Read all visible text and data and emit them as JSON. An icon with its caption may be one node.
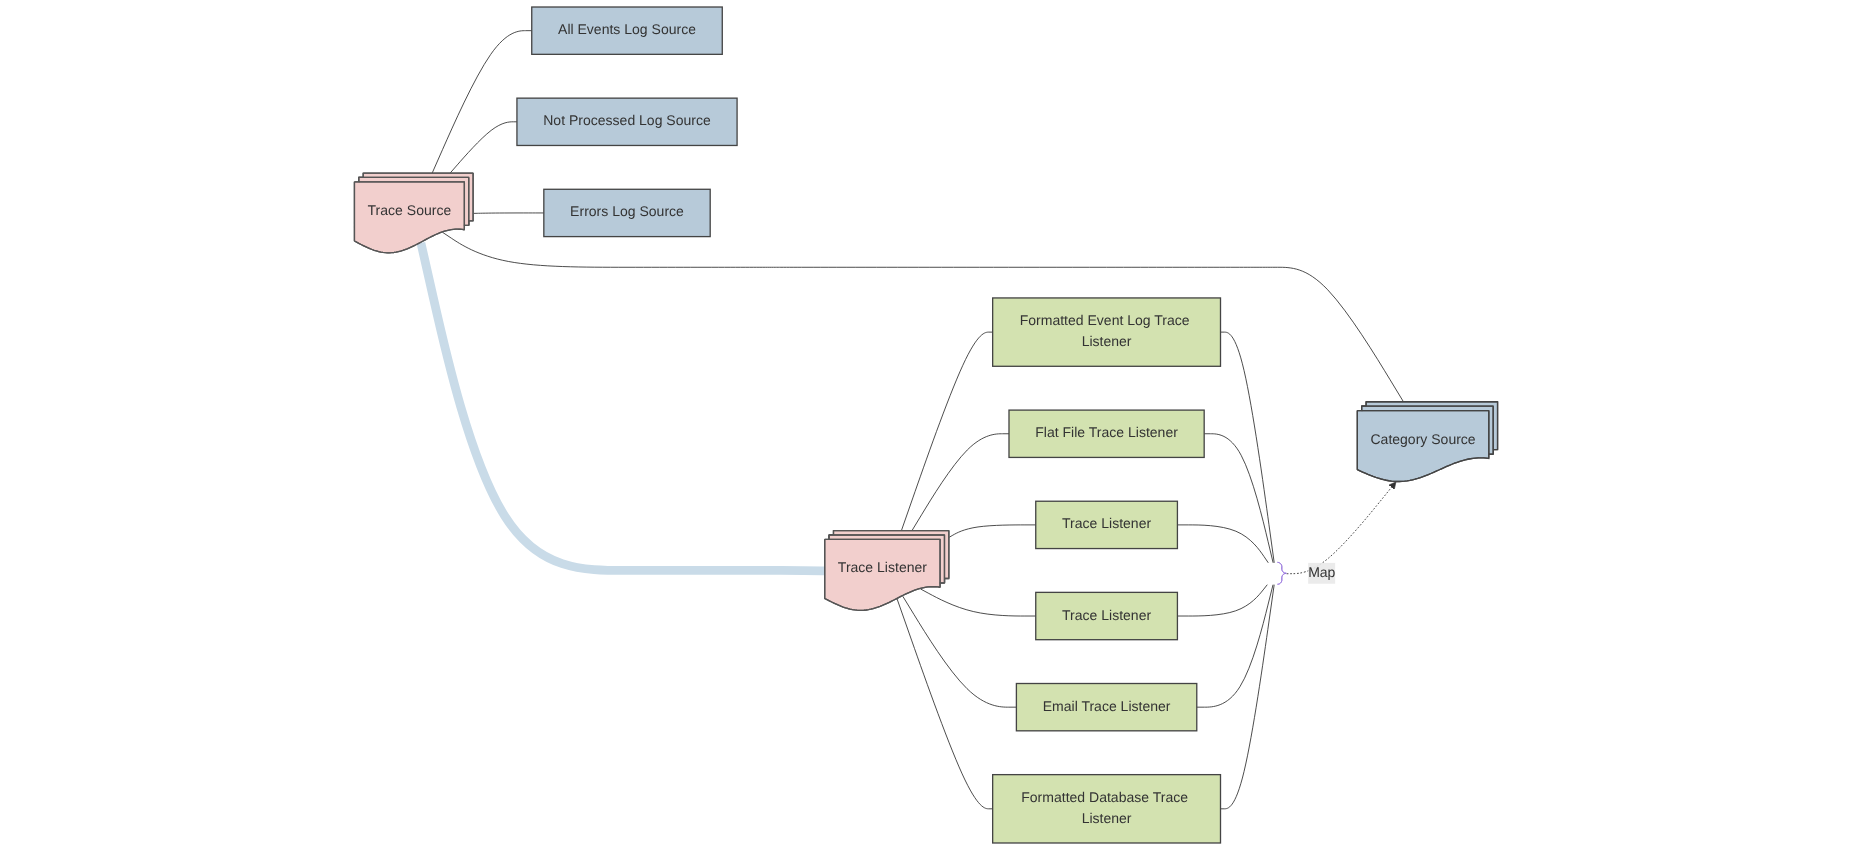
{
  "diagram": {
    "nodes": [
      {
        "text": [
          "Trace Source"
        ]
      },
      {
        "text": [
          "Trace Listener"
        ]
      },
      {
        "text": [
          "All Events Log Source"
        ]
      },
      {
        "text": [
          "Not Processed Log Source"
        ]
      },
      {
        "text": [
          "Errors Log Source"
        ]
      },
      {
        "text": [
          "Category Source"
        ]
      },
      {
        "text": [
          "Formatted Event Log Trace Listener"
        ]
      },
      {
        "text": [
          "Flat File Trace Listener"
        ]
      },
      {
        "text": [
          "Trace Listener"
        ]
      },
      {
        "text": [
          "Trace Listener"
        ]
      },
      {
        "text": [
          "Email Trace Listener"
        ]
      },
      {
        "text": [
          "Formatted Database Trace Listener"
        ]
      },
      {
        "text": [],
        "shape": "bracket"
      }
    ],
    "edges": [
      {
        "from": 0,
        "to": 1,
        "arrow": "none",
        "style": "thick",
        "color": "#c9dbe8"
      },
      {
        "from": 0,
        "to": 2,
        "arrow": "none"
      },
      {
        "from": 0,
        "to": 3,
        "arrow": "none"
      },
      {
        "from": 0,
        "to": 4,
        "arrow": "none"
      },
      {
        "from": 0,
        "to": 5,
        "arrow": "none"
      },
      {
        "from": 1,
        "to": 6,
        "arrow": "none"
      },
      {
        "from": 1,
        "to": 7,
        "arrow": "none"
      },
      {
        "from": 1,
        "to": 8,
        "arrow": "none"
      },
      {
        "from": 1,
        "to": 9,
        "arrow": "none"
      },
      {
        "from": 1,
        "to": 10,
        "arrow": "none"
      },
      {
        "from": 1,
        "to": 11,
        "arrow": "none"
      },
      {
        "from": 6,
        "to": 12,
        "arrow": "none"
      },
      {
        "from": 7,
        "to": 12,
        "arrow": "none"
      },
      {
        "from": 8,
        "to": 12,
        "arrow": "none"
      },
      {
        "from": 9,
        "to": 12,
        "arrow": "none"
      },
      {
        "from": 10,
        "to": 12,
        "arrow": "none"
      },
      {
        "from": 11,
        "to": 12,
        "arrow": "none"
      },
      {
        "from": 12,
        "to": 5,
        "arrow": "to",
        "style": "dashed",
        "label": "Map"
      }
    ]
  }
}
